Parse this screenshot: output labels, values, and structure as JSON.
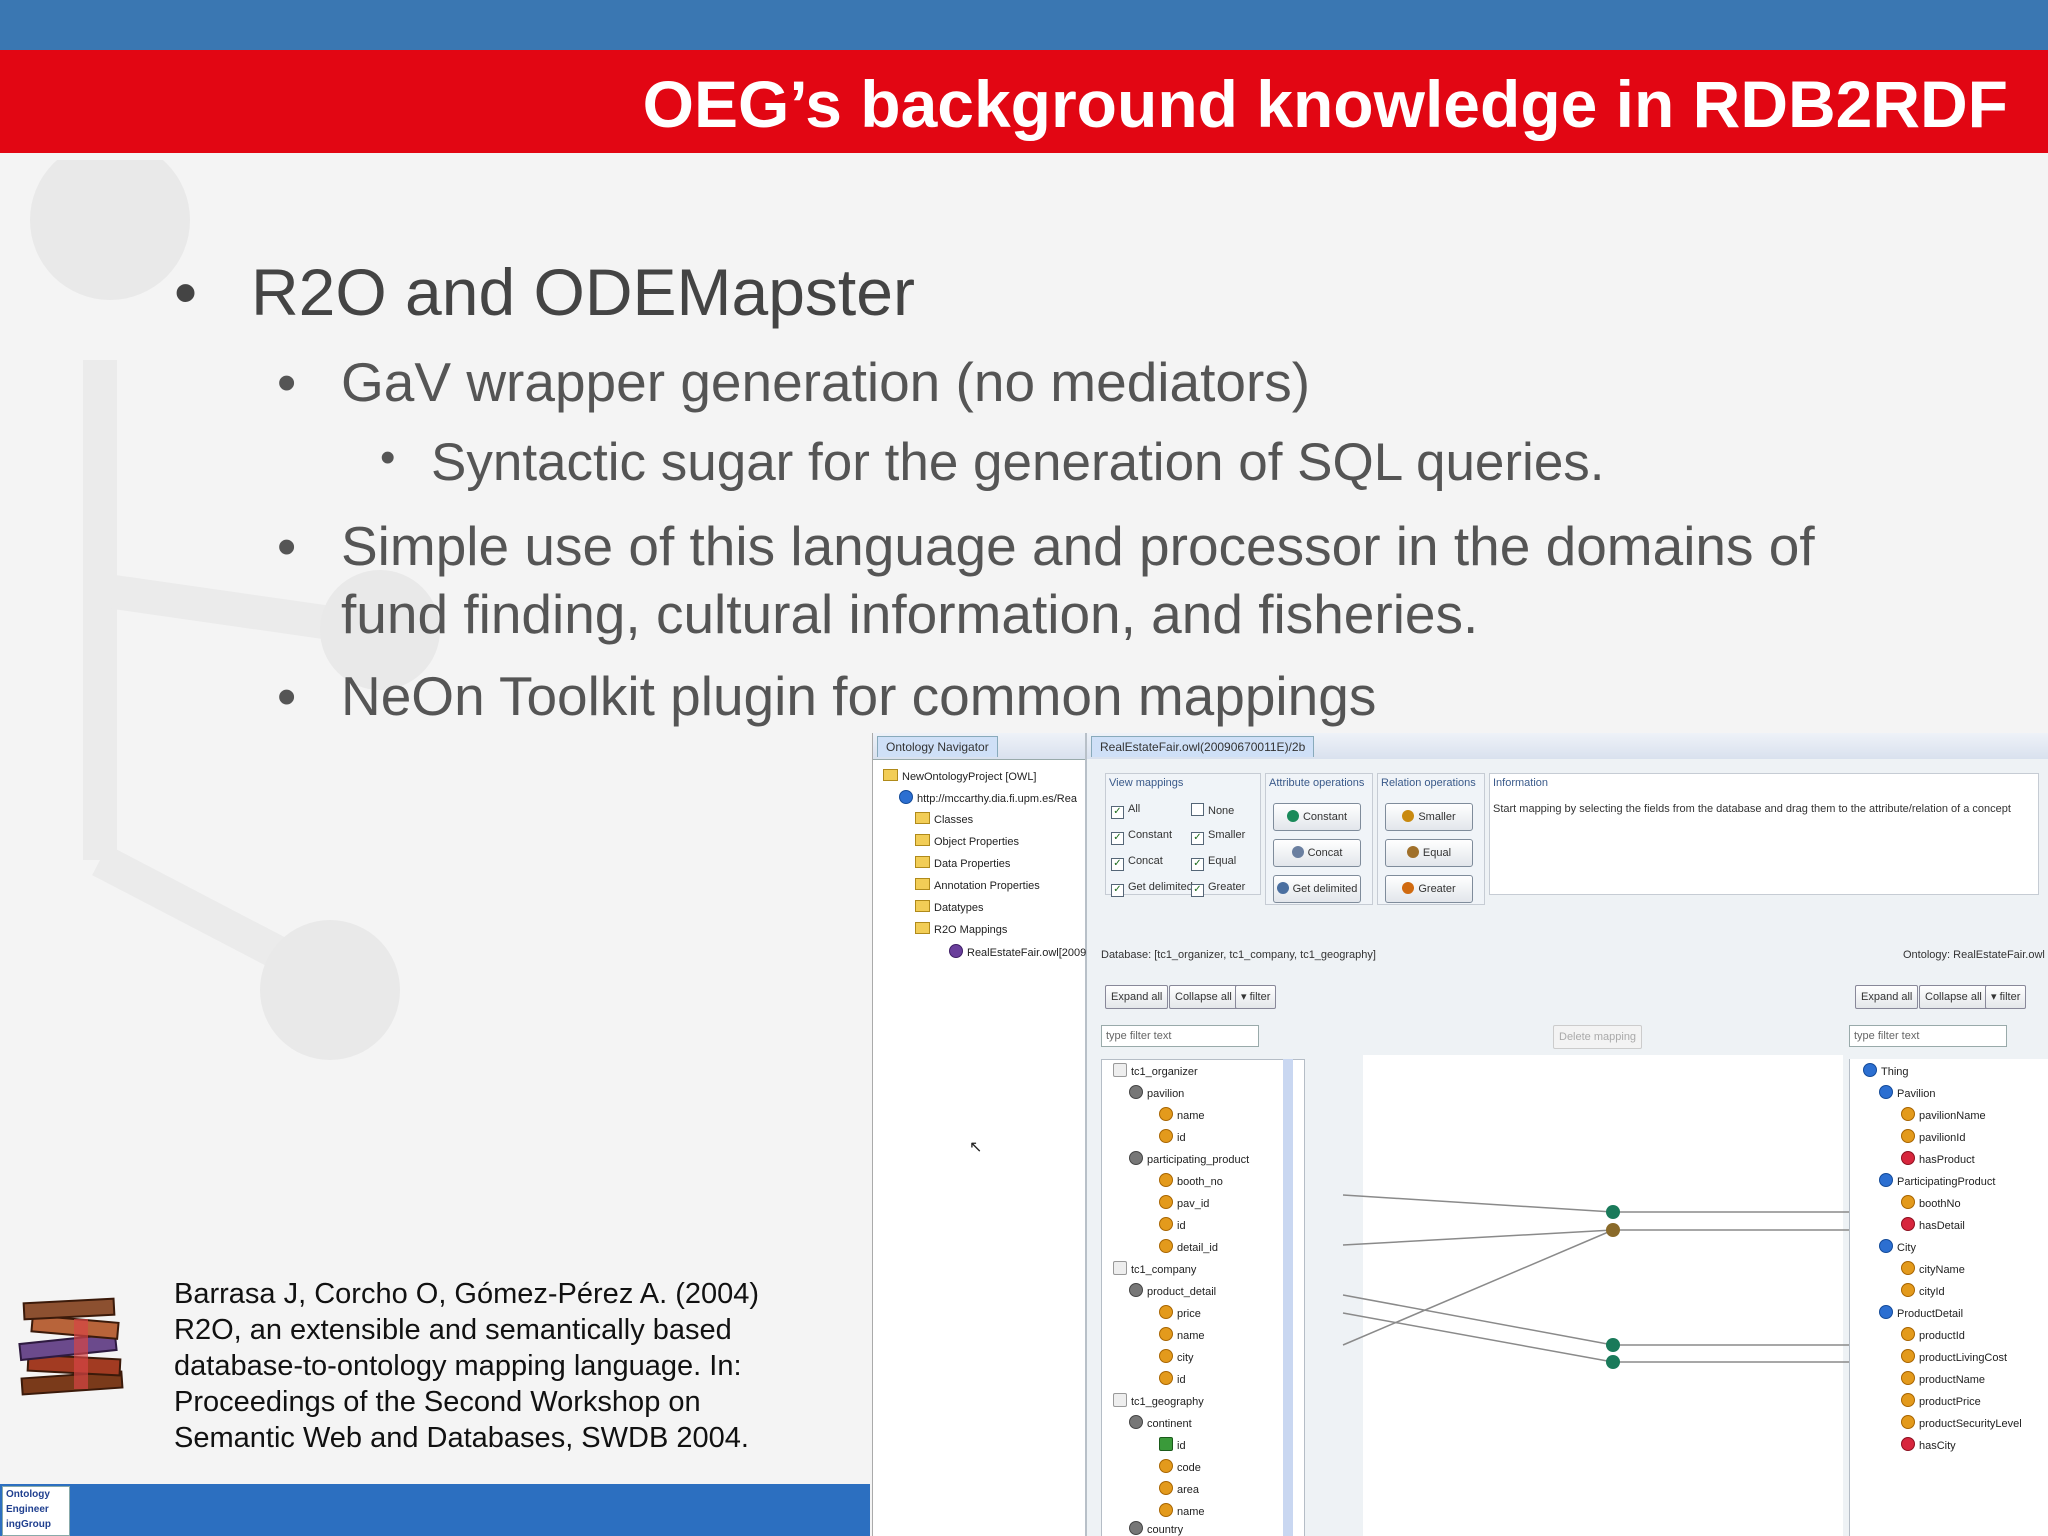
{
  "slide": {
    "title": "OEG’s background knowledge in RDB2RDF",
    "bullets": [
      {
        "text": "R2O and ODEMapster"
      },
      {
        "text": "GaV wrapper generation (no mediators)"
      },
      {
        "text": "Syntactic sugar for the generation of SQL queries."
      },
      {
        "text": "Simple use of this language and processor in the domains of"
      },
      {
        "text": "fund finding, cultural information, and fisheries."
      },
      {
        "text": "NeOn Toolkit plugin for common mappings"
      }
    ],
    "bullet_glyph": "•",
    "reference": [
      "Barrasa J, Corcho O, Gómez-Pérez A. (2004)",
      "R2O, an extensible and semantically based",
      "database-to-ontology mapping language. In:",
      "Proceedings of the Second Workshop on",
      "Semantic Web and Databases, SWDB 2004."
    ],
    "logo_lines": [
      "Ontology",
      "Engineer",
      "ingGroup"
    ]
  },
  "screenshot": {
    "nav_tab": "Ontology Navigator",
    "editor_tab": "RealEstateFair.owl(20090670011E)/2b",
    "nav_tree": [
      "NewOntologyProject [OWL]",
      "http://mccarthy.dia.fi.upm.es/Rea",
      "Classes",
      "Object Properties",
      "Data Properties",
      "Annotation Properties",
      "Datatypes",
      "R2O Mappings",
      "RealEstateFair.owl[2009"
    ],
    "view_mappings_label": "View mappings",
    "view_checks": [
      "All",
      "None",
      "Constant",
      "Smaller",
      "Concat",
      "Equal",
      "Get delimited",
      "Greater"
    ],
    "attr_ops_label": "Attribute operations",
    "attr_ops": [
      "Constant",
      "Concat",
      "Get delimited"
    ],
    "rel_ops_label": "Relation operations",
    "rel_ops": [
      "Smaller",
      "Equal",
      "Greater"
    ],
    "info_label": "Information",
    "info_text": "Start mapping by selecting the fields from the database and drag them to the attribute/relation of a concept",
    "database_label": "Database: [tc1_organizer, tc1_company, tc1_geography]",
    "ontology_label": "Ontology: RealEstateFair.owl",
    "expand_all": "Expand all",
    "collapse_all": "Collapse all",
    "filter": "▾ filter",
    "filter_placeholder": "type filter text",
    "delete_mapping": "Delete mapping",
    "db_tree": [
      "tc1_organizer",
      "pavilion",
      "name",
      "id",
      "participating_product",
      "booth_no",
      "pav_id",
      "id",
      "detail_id",
      "tc1_company",
      "product_detail",
      "price",
      "name",
      "city",
      "id",
      "tc1_geography",
      "continent",
      "id",
      "code",
      "area",
      "name",
      "country"
    ],
    "onto_tree": [
      "Thing",
      "Pavilion",
      "pavilionName",
      "pavilionId",
      "hasProduct",
      "ParticipatingProduct",
      "boothNo",
      "hasDetail",
      "City",
      "cityName",
      "cityId",
      "ProductDetail",
      "productId",
      "productLivingCost",
      "productName",
      "productPrice",
      "productSecurityLevel",
      "hasCity"
    ]
  }
}
